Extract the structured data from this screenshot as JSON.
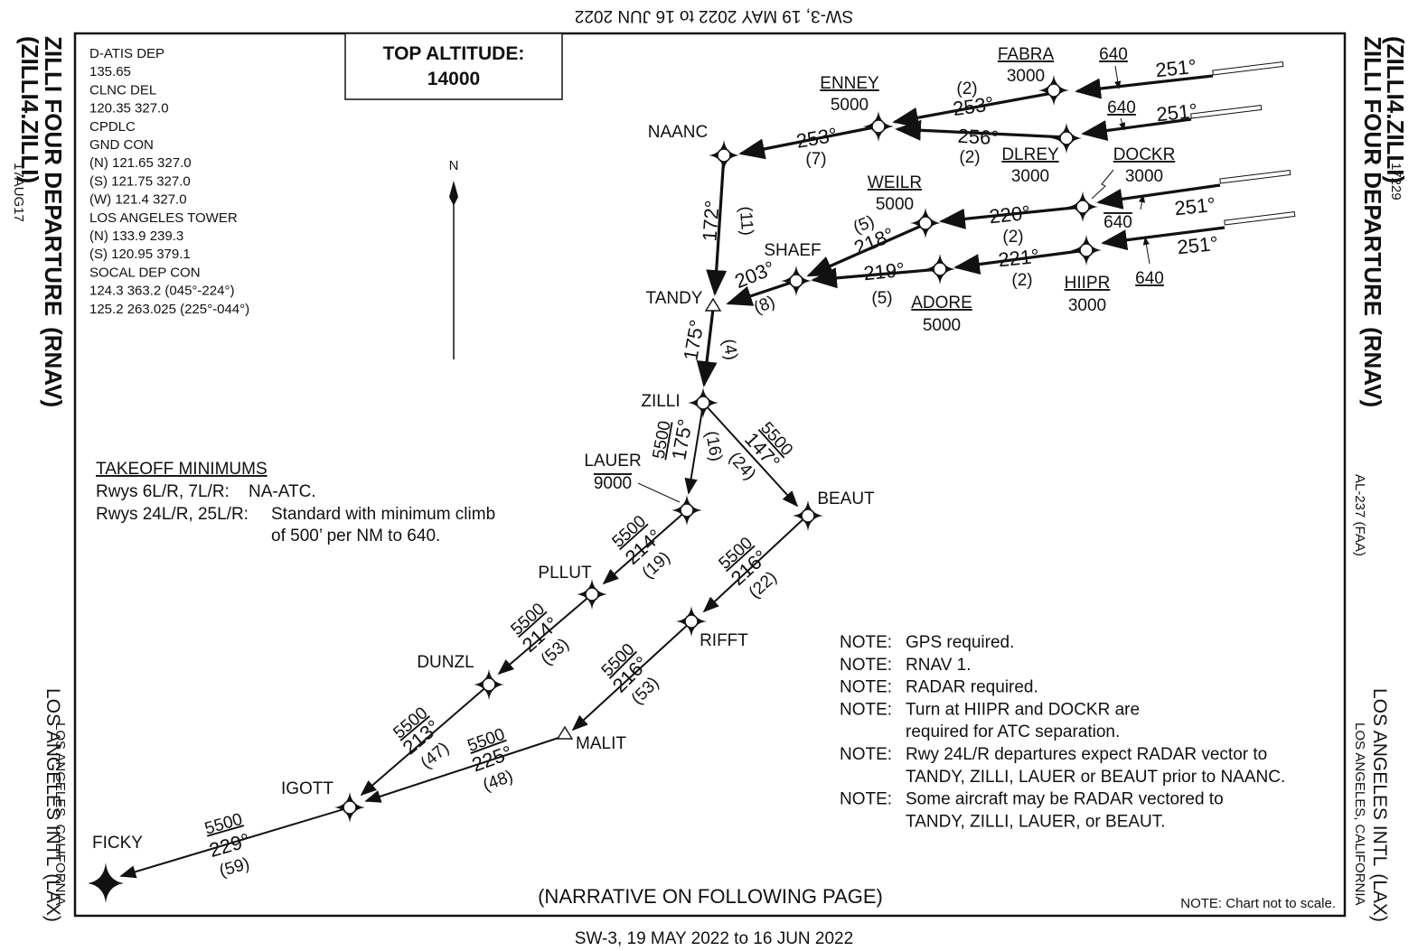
{
  "header": {
    "effective_top": "SW-3,  19 MAY 2022  to  16 JUN 2022",
    "effective_bottom": "SW-3,  19 MAY 2022  to  16 JUN 2022"
  },
  "procedure": {
    "name": "ZILLI FOUR DEPARTURE",
    "type": "(RNAV)",
    "computer_code": "(ZILLI4.ZILLI)",
    "date_left": "17AUG17",
    "date_right": "17229",
    "amendment": "AL-237 (FAA)",
    "airport": "LOS ANGELES INTL",
    "airport_id": "(LAX)",
    "city": "LOS ANGELES, CALIFORNIA"
  },
  "top_altitude": {
    "label": "TOP ALTITUDE:",
    "value": "14000"
  },
  "frequencies": [
    "D-ATIS DEP",
    "135.65",
    "CLNC DEL",
    "120.35  327.0",
    "CPDLC",
    "GND CON",
    "(N) 121.65  327.0",
    "(S) 121.75  327.0",
    "(W) 121.4  327.0",
    "LOS ANGELES TOWER",
    "(N) 133.9  239.3",
    "(S) 120.95  379.1",
    "SOCAL DEP CON",
    "124.3  363.2 (045°-224°)",
    "125.2  263.025 (225°-044°)"
  ],
  "north_label": "N",
  "takeoff_minimums": {
    "title": "TAKEOFF MINIMUMS",
    "line1_label": "Rwys 6L/R, 7L/R:",
    "line1_value": "NA-ATC.",
    "line2_label": "Rwys 24L/R, 25L/R:",
    "line2_value": "Standard with minimum climb",
    "line3_value": "of 500’ per NM to 640."
  },
  "notes": [
    {
      "label": "NOTE:",
      "text": "GPS required."
    },
    {
      "label": "NOTE:",
      "text": "RNAV 1."
    },
    {
      "label": "NOTE:",
      "text": "RADAR required."
    },
    {
      "label": "NOTE:",
      "text": "Turn at HIIPR and DOCKR are"
    },
    {
      "label": "",
      "text": "required for ATC separation."
    },
    {
      "label": "NOTE:",
      "text": "Rwy 24L/R departures expect RADAR vector to"
    },
    {
      "label": "",
      "text": "TANDY, ZILLI, LAUER or BEAUT prior to NAANC."
    },
    {
      "label": "NOTE:",
      "text": "Some aircraft may be RADAR vectored to"
    },
    {
      "label": "",
      "text": "TANDY, ZILLI, LAUER, or BEAUT."
    }
  ],
  "narrative": "(NARRATIVE ON FOLLOWING PAGE)",
  "scale_note": "NOTE: Chart not to scale.",
  "fixes": {
    "fabra": {
      "name": "FABRA",
      "alt": "3000"
    },
    "enney": {
      "name": "ENNEY",
      "alt": "5000"
    },
    "naanc": {
      "name": "NAANC"
    },
    "dlrey": {
      "name": "DLREY",
      "alt": "3000"
    },
    "dockr": {
      "name": "DOCKR",
      "alt": "3000"
    },
    "weilr": {
      "name": "WEILR",
      "alt": "5000"
    },
    "shaef": {
      "name": "SHAEF"
    },
    "tandy": {
      "name": "TANDY"
    },
    "adore": {
      "name": "ADORE",
      "alt": "5000"
    },
    "hiipr": {
      "name": "HIIPR",
      "alt": "3000"
    },
    "zilli": {
      "name": "ZILLI"
    },
    "lauer": {
      "name": "LAUER",
      "alt": "9000"
    },
    "beaut": {
      "name": "BEAUT"
    },
    "pllut": {
      "name": "PLLUT"
    },
    "rifft": {
      "name": "RIFFT"
    },
    "dunzl": {
      "name": "DUNZL"
    },
    "malit": {
      "name": "MALIT"
    },
    "igott": {
      "name": "IGOTT"
    },
    "ficky": {
      "name": "FICKY"
    }
  },
  "legs": {
    "rwy1_course": "251°",
    "rwy1_alt": "640",
    "rwy2_course": "251°",
    "rwy2_alt": "640",
    "rwy3_course": "251°",
    "rwy3_alt": "640",
    "rwy4_course": "251°",
    "rwy4_alt": "640",
    "fabra_enney_course": "253°",
    "fabra_enney_dist": "(2)",
    "dlrey_enney_course": "256°",
    "dlrey_enney_dist": "(2)",
    "enney_naanc_course": "253°",
    "enney_naanc_dist": "(7)",
    "naanc_tandy_course": "172°",
    "naanc_tandy_dist": "(11)",
    "dockr_weilr_course": "220°",
    "dockr_weilr_dist": "(2)",
    "weilr_shaef_course": "218°",
    "weilr_shaef_dist": "(5)",
    "hiipr_adore_course": "221°",
    "hiipr_adore_dist": "(2)",
    "adore_shaef_course": "219°",
    "adore_shaef_dist": "(5)",
    "shaef_tandy_course": "203°",
    "shaef_tandy_dist": "(8)",
    "tandy_zilli_course": "175°",
    "tandy_zilli_dist": "(4)",
    "zilli_lauer_alt": "5500",
    "zilli_lauer_course": "175°",
    "zilli_lauer_dist": "(16)",
    "zilli_beaut_alt": "5500",
    "zilli_beaut_course": "147°",
    "zilli_beaut_dist": "(24)",
    "lauer_pllut_alt": "5500",
    "lauer_pllut_course": "214°",
    "lauer_pllut_dist": "(19)",
    "beaut_rifft_alt": "5500",
    "beaut_rifft_course": "216°",
    "beaut_rifft_dist": "(22)",
    "pllut_dunzl_alt": "5500",
    "pllut_dunzl_course": "214°",
    "pllut_dunzl_dist": "(53)",
    "rifft_malit_alt": "5500",
    "rifft_malit_course": "216°",
    "rifft_malit_dist": "(53)",
    "dunzl_igott_alt": "5500",
    "dunzl_igott_course": "213°",
    "dunzl_igott_dist": "(47)",
    "malit_igott_alt": "5500",
    "malit_igott_course": "225°",
    "malit_igott_dist": "(48)",
    "igott_ficky_alt": "5500",
    "igott_ficky_course": "229°",
    "igott_ficky_dist": "(59)"
  }
}
